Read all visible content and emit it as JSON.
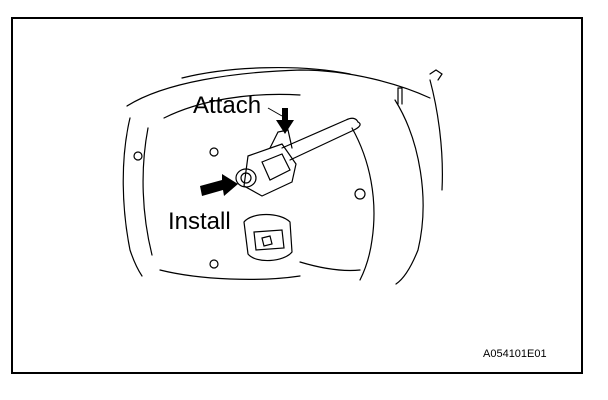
{
  "callouts": {
    "attach": "Attach",
    "install": "Install"
  },
  "figure_id": "A054101E01",
  "colors": {
    "line": "#000000",
    "background": "#ffffff"
  }
}
